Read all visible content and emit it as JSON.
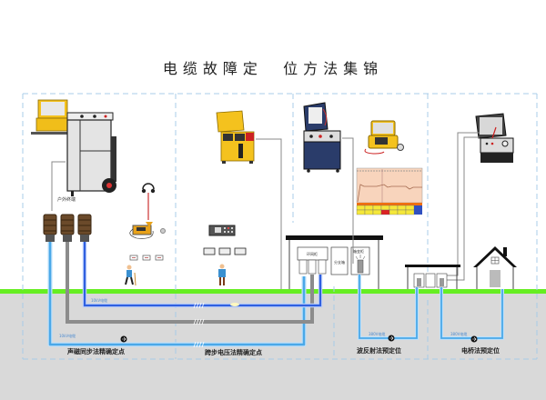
{
  "title": "电缆故障定  位方法集锦",
  "sections": [
    {
      "id": "acoustic",
      "label": "声磁同步法精确定点",
      "equipment": [
        "high-voltage-generator",
        "outdoor-terminal",
        "acoustic-receiver",
        "walking-operator"
      ]
    },
    {
      "id": "step-voltage",
      "label": "跨步电压法精确定点",
      "equipment": [
        "yellow-case-tester",
        "step-voltage-receiver",
        "operator"
      ]
    },
    {
      "id": "reflection",
      "label": "波反射法预定位",
      "equipment": [
        "cable-fault-tester-cabinet",
        "tdr-tester",
        "waveform-display"
      ]
    },
    {
      "id": "bridge",
      "label": "电桥法预定位",
      "equipment": [
        "bridge-tester",
        "house"
      ]
    }
  ],
  "small_labels": {
    "outdoor_terminal": "户外终端",
    "switch_cabinet": "环网柜",
    "cabinet_a": "分支箱",
    "cabinet_b": "箱变柜",
    "cable_a": "10kV电缆",
    "cable_b": "10kV电缆",
    "cable_c": "380V电缆",
    "cable_d": "380V电缆"
  },
  "colors": {
    "ground": "#66ee22",
    "underground": "#d9d9d9",
    "cable_light_blue": "#4aa8e8",
    "cable_blue": "#3060e0",
    "cable_gray": "#8c8c8c",
    "dashed_divider": "#a8cce8",
    "wire": "#888888"
  }
}
